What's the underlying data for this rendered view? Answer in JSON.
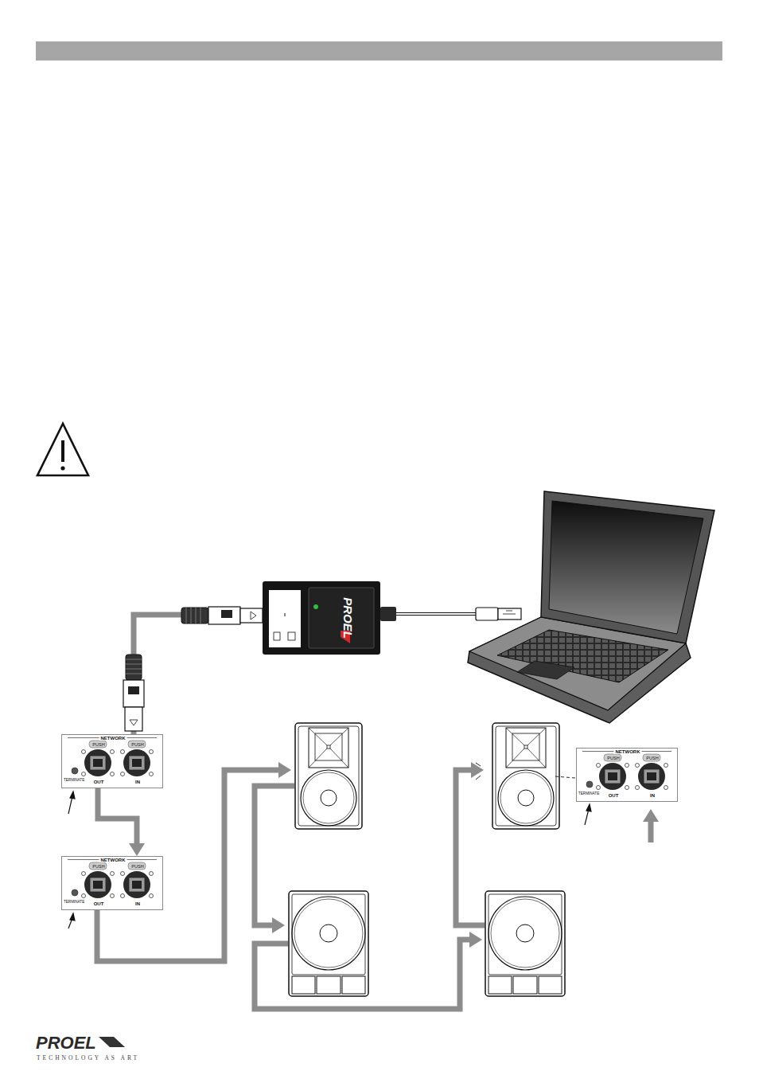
{
  "diagram": {
    "nodes": [
      {
        "text": [
          "PROEL"
        ]
      },
      {
        "text": [
          "NETWORK",
          "PUSH",
          "PUSH",
          "TERMINATE",
          "OUT",
          "IN"
        ]
      },
      {
        "text": [
          "NETWORK",
          "PUSH",
          "PUSH",
          "TERMINATE",
          "OUT",
          "IN"
        ]
      },
      {
        "text": [
          "NETWORK",
          "PUSH",
          "PUSH",
          "TERMINATE",
          "OUT",
          "IN"
        ]
      }
    ],
    "edges": [
      {
        "from": 0,
        "to": 1,
        "arrow": "none"
      },
      {
        "from": 1,
        "to": 3,
        "arrow": "to"
      }
    ],
    "labels": [
      "PROEL",
      "TECHNOLOGY AS ART"
    ]
  }
}
